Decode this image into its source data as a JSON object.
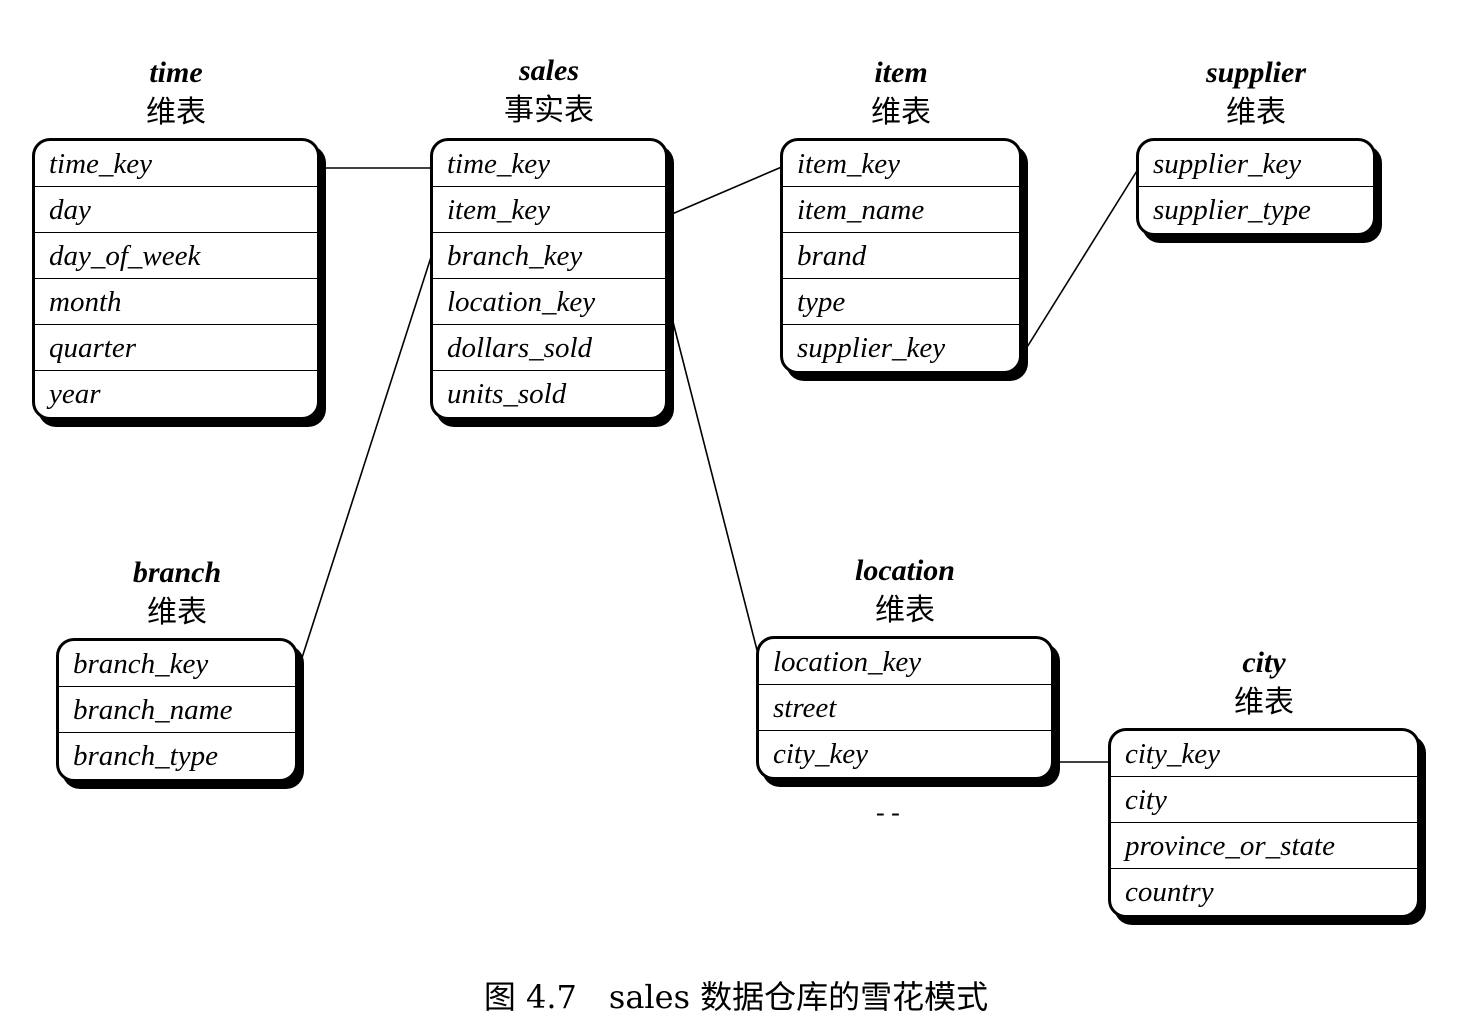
{
  "tables": [
    {
      "id": "time",
      "name": "time",
      "kind": "维表",
      "fields": [
        "time_key",
        "day",
        "day_of_week",
        "month",
        "quarter",
        "year"
      ]
    },
    {
      "id": "sales",
      "name": "sales",
      "kind": "事实表",
      "fields": [
        "time_key",
        "item_key",
        "branch_key",
        "location_key",
        "dollars_sold",
        "units_sold"
      ]
    },
    {
      "id": "item",
      "name": "item",
      "kind": "维表",
      "fields": [
        "item_key",
        "item_name",
        "brand",
        "type",
        "supplier_key"
      ]
    },
    {
      "id": "supplier",
      "name": "supplier",
      "kind": "维表",
      "fields": [
        "supplier_key",
        "supplier_type"
      ]
    },
    {
      "id": "branch",
      "name": "branch",
      "kind": "维表",
      "fields": [
        "branch_key",
        "branch_name",
        "branch_type"
      ]
    },
    {
      "id": "location",
      "name": "location",
      "kind": "维表",
      "fields": [
        "location_key",
        "street",
        "city_key"
      ]
    },
    {
      "id": "city",
      "name": "city",
      "kind": "维表",
      "fields": [
        "city_key",
        "city",
        "province_or_state",
        "country"
      ]
    }
  ],
  "caption": "图 4.7　sales 数据仓库的雪花模式",
  "ellipsis": "-   -"
}
